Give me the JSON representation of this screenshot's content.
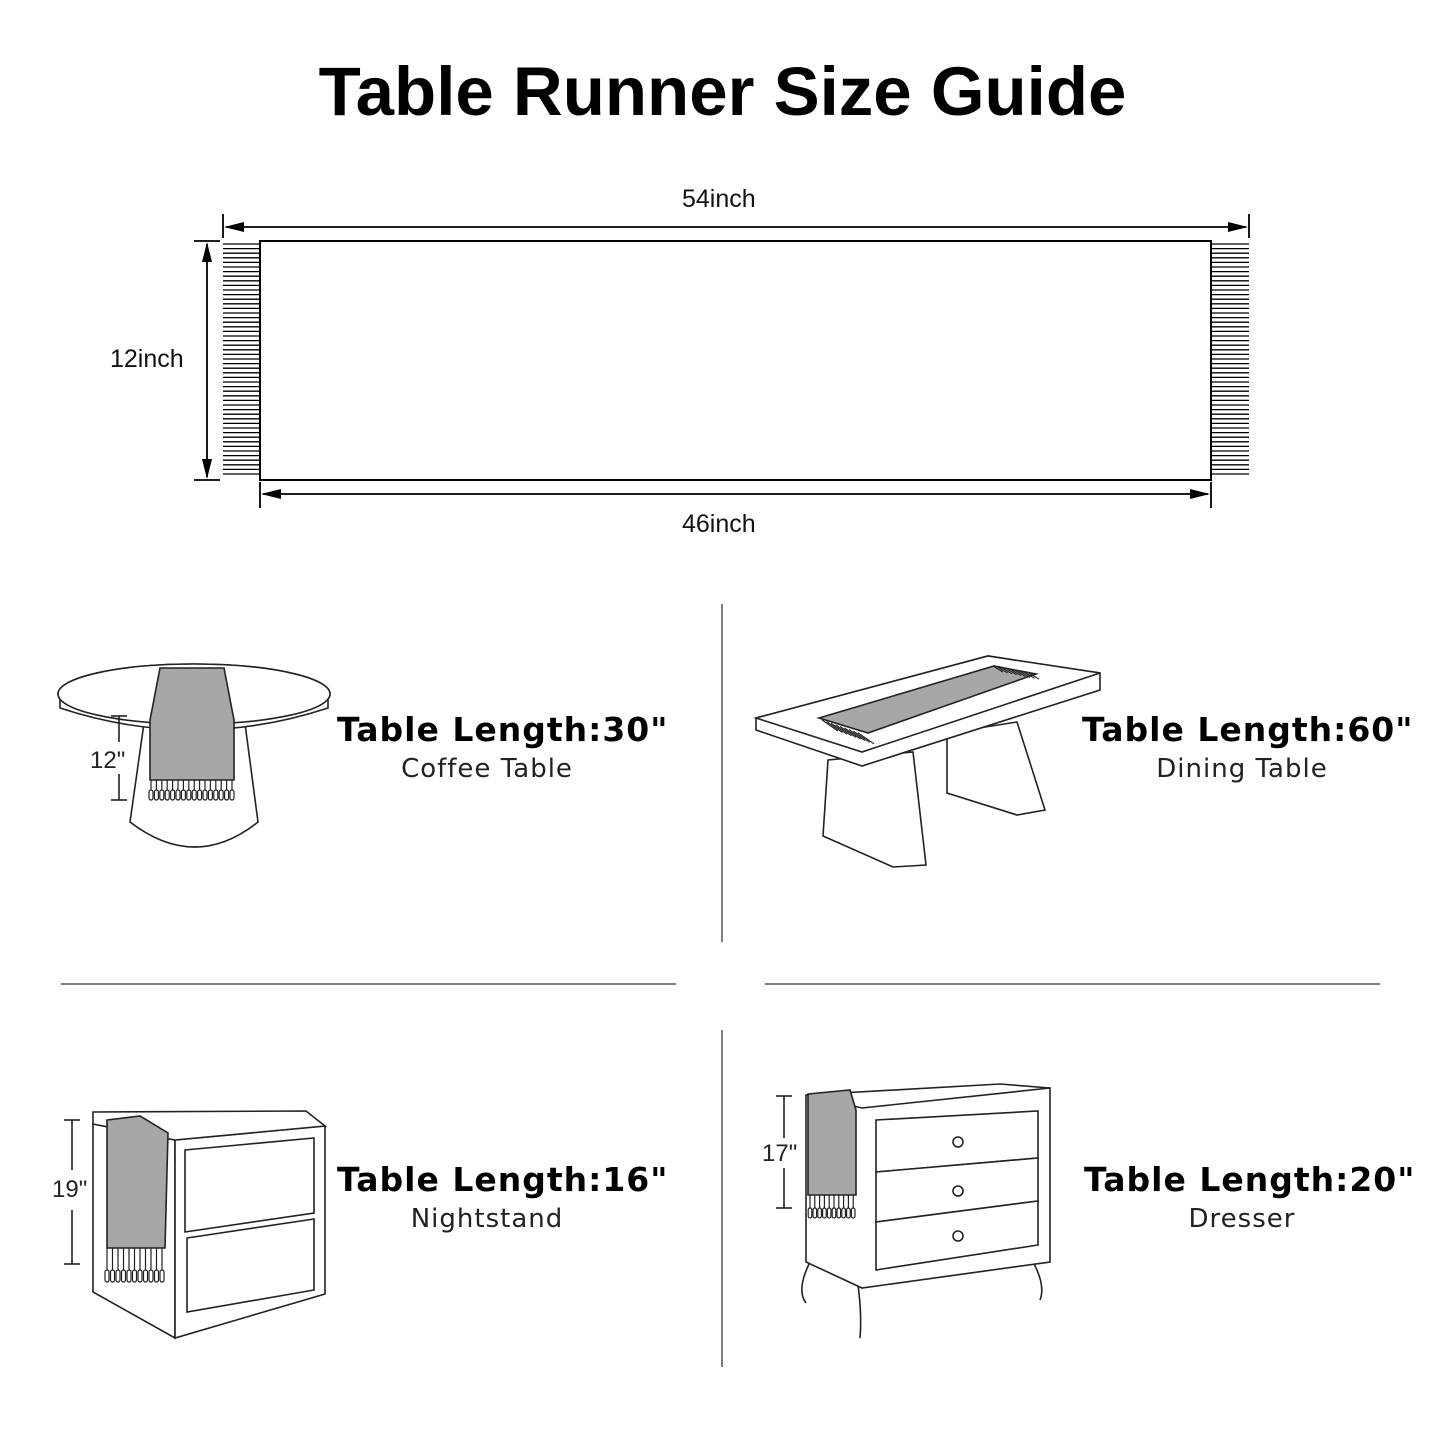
{
  "title": "Table Runner Size Guide",
  "runner": {
    "total_length": "54inch",
    "body_length": "46inch",
    "width": "12inch"
  },
  "panels": [
    {
      "heading": "Table Length:30\"",
      "label": "Coffee Table",
      "drop": "12\""
    },
    {
      "heading": "Table Length:60\"",
      "label": "Dining Table"
    },
    {
      "heading": "Table Length:16\"",
      "label": "Nightstand",
      "drop": "19\""
    },
    {
      "heading": "Table Length:20\"",
      "label": "Dresser",
      "drop": "17\""
    }
  ],
  "colors": {
    "runner_fill": "#a7a7a7",
    "line": "#222222",
    "divider": "#555555"
  }
}
